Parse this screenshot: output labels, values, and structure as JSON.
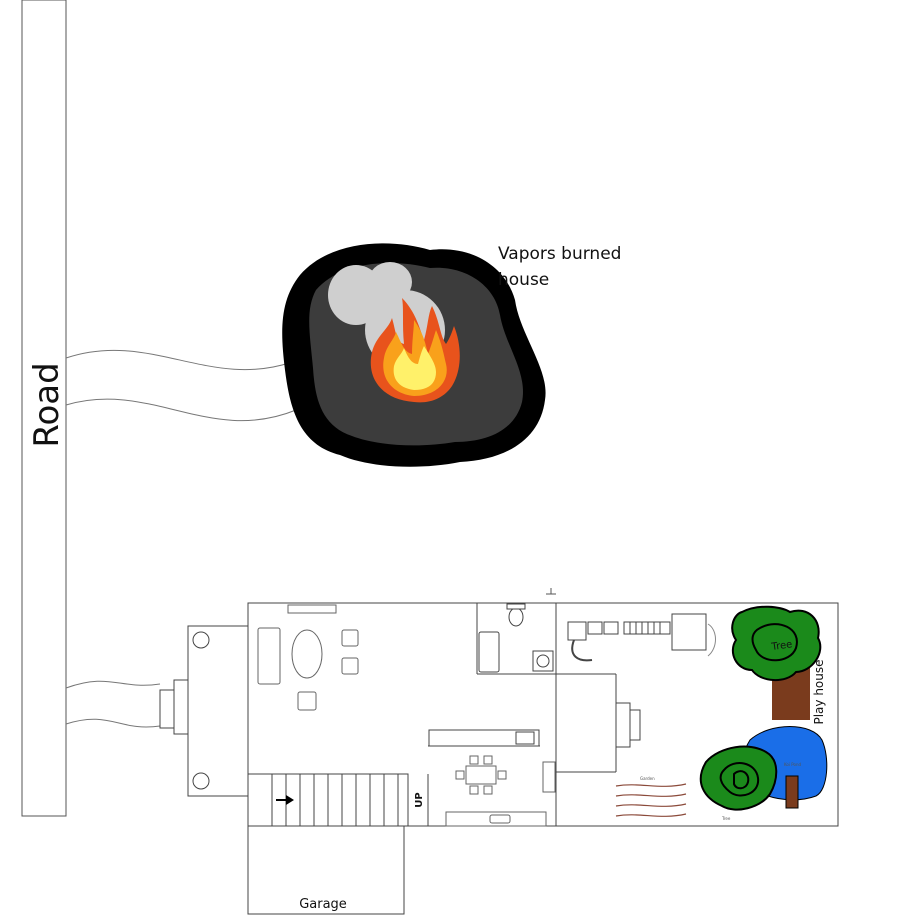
{
  "labels": {
    "road": "Road",
    "burned_house": "Vapors burned house",
    "burned_house_line1": "Vapors burned",
    "burned_house_line2": "house",
    "garage": "Garage",
    "stairs_up": "UP",
    "play_house": "Play house",
    "tree_top": "Tree",
    "tree_bottom": "Tree",
    "garden": "Garden",
    "pond": "Koi Pond"
  },
  "colors": {
    "ground": "#ffffff",
    "outline": "#444444",
    "smoke_outer": "#000000",
    "smoke_inner": "#3c3c3c",
    "smoke_light": "#cfcfcf",
    "flame_outer": "#e8531c",
    "flame_mid": "#f9a11b",
    "flame_inner": "#fff16a",
    "tree_green": "#1b8a1b",
    "trunk_brown": "#7a3b1d",
    "pond_blue": "#1a6ee8",
    "garden_rows": "#8b4a3a"
  },
  "icons": {
    "fire": "fire-icon",
    "smoke": "smoke-cloud-icon"
  }
}
